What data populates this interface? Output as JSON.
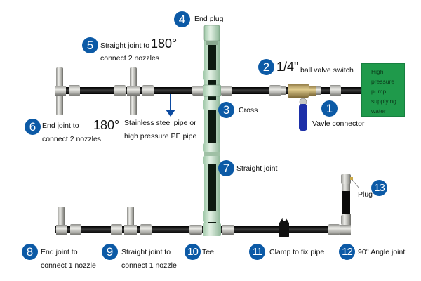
{
  "diagram": {
    "type": "pipe-fitting-layout",
    "colors": {
      "badge": "#0c5aa6",
      "pipe": "#111111",
      "fitting": "#b8b8b4",
      "pump_box": "#1f9a4b",
      "arrow": "#0c4aa0",
      "valve_body": "#b59a55",
      "valve_handle": "#1c2fa8"
    },
    "callouts": [
      {
        "num": "1",
        "label": "Vavle connector"
      },
      {
        "num": "2",
        "size": "1/4\"",
        "label": "ball valve switch"
      },
      {
        "num": "3",
        "label": "Cross"
      },
      {
        "num": "4",
        "label": "End plug"
      },
      {
        "num": "5",
        "label_line1": "Straight joint to",
        "angle": "180°",
        "label_line2": "connect 2 nozzles"
      },
      {
        "num": "6",
        "label_line1": "End joint to",
        "label_line2": "connect 2 nozzles",
        "angle": "180°"
      },
      {
        "num": "7",
        "label": "Straight joint"
      },
      {
        "num": "8",
        "label_line1": "End joint to",
        "label_line2": "connect 1 nozzle"
      },
      {
        "num": "9",
        "label_line1": "Straight joint to",
        "label_line2": "connect 1 nozzle"
      },
      {
        "num": "10",
        "label": "Tee"
      },
      {
        "num": "11",
        "label": "Clamp to fix pipe"
      },
      {
        "num": "12",
        "label": "90° Angle joint"
      },
      {
        "num": "13",
        "label": "Plug"
      }
    ],
    "pipe_note": {
      "line1": "Stainless steel pipe or",
      "line2": "high pressure PE pipe"
    },
    "pump": {
      "lines": [
        "High",
        "pressure",
        "pump",
        "supplying",
        "water"
      ]
    }
  }
}
